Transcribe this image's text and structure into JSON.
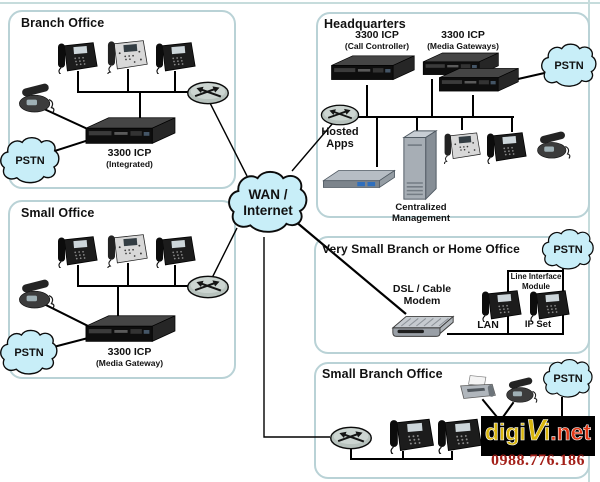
{
  "colors": {
    "box_border": "#b9d2d6",
    "frame_line": "#c6dcdc",
    "cloud_fill": "#c8eef8",
    "wire": "#000000",
    "logo_bg": "#000000",
    "logo_gold": "#d8b50c",
    "logo_red": "#e03614",
    "phone_number_red": "#a32019"
  },
  "icons": {
    "ip_phone": "desk-ip-phone",
    "ip_phone_light": "desk-ip-phone-light",
    "cordless_phone": "cordless-analog-phone",
    "icp_unit": "rack-appliance-3d",
    "router": "router-ellipse-arrows",
    "tower_server": "tower-server",
    "flat_server": "rack-server-flat",
    "modem": "dsl-cable-modem",
    "fax": "fax-machine",
    "cloud": "network-cloud"
  },
  "wan_cloud": {
    "line1": "WAN /",
    "line2": "Internet"
  },
  "branch_office": {
    "title": "Branch Office",
    "icp_name": "3300 ICP",
    "icp_type": "(Integrated)",
    "pstn_label": "PSTN"
  },
  "small_office": {
    "title": "Small Office",
    "icp_name": "3300 ICP",
    "icp_type": "(Media Gateway)",
    "pstn_label": "PSTN"
  },
  "headquarters": {
    "title": "Headquarters",
    "cc_name": "3300 ICP",
    "cc_type": "(Call Controller)",
    "mg_name": "3300 ICP",
    "mg_type": "(Media Gateways)",
    "hosted_apps_label": "Hosted Apps",
    "centralized_mgmt_label": "Centralized Management",
    "pstn_label": "PSTN"
  },
  "very_small_branch": {
    "title": "Very Small Branch or Home Office",
    "modem_label": "DSL / Cable Modem",
    "lan_label": "LAN",
    "ip_set_label": "IP Set",
    "lim_line1": "Line Interface",
    "lim_line2": "Module",
    "pstn_label": "PSTN"
  },
  "small_branch": {
    "title": "Small Branch Office",
    "pstn_label": "PSTN"
  },
  "watermark": {
    "digi": "digi",
    "v": "V",
    "i": "i",
    "net": ".net",
    "phone": "0988.776.186"
  }
}
